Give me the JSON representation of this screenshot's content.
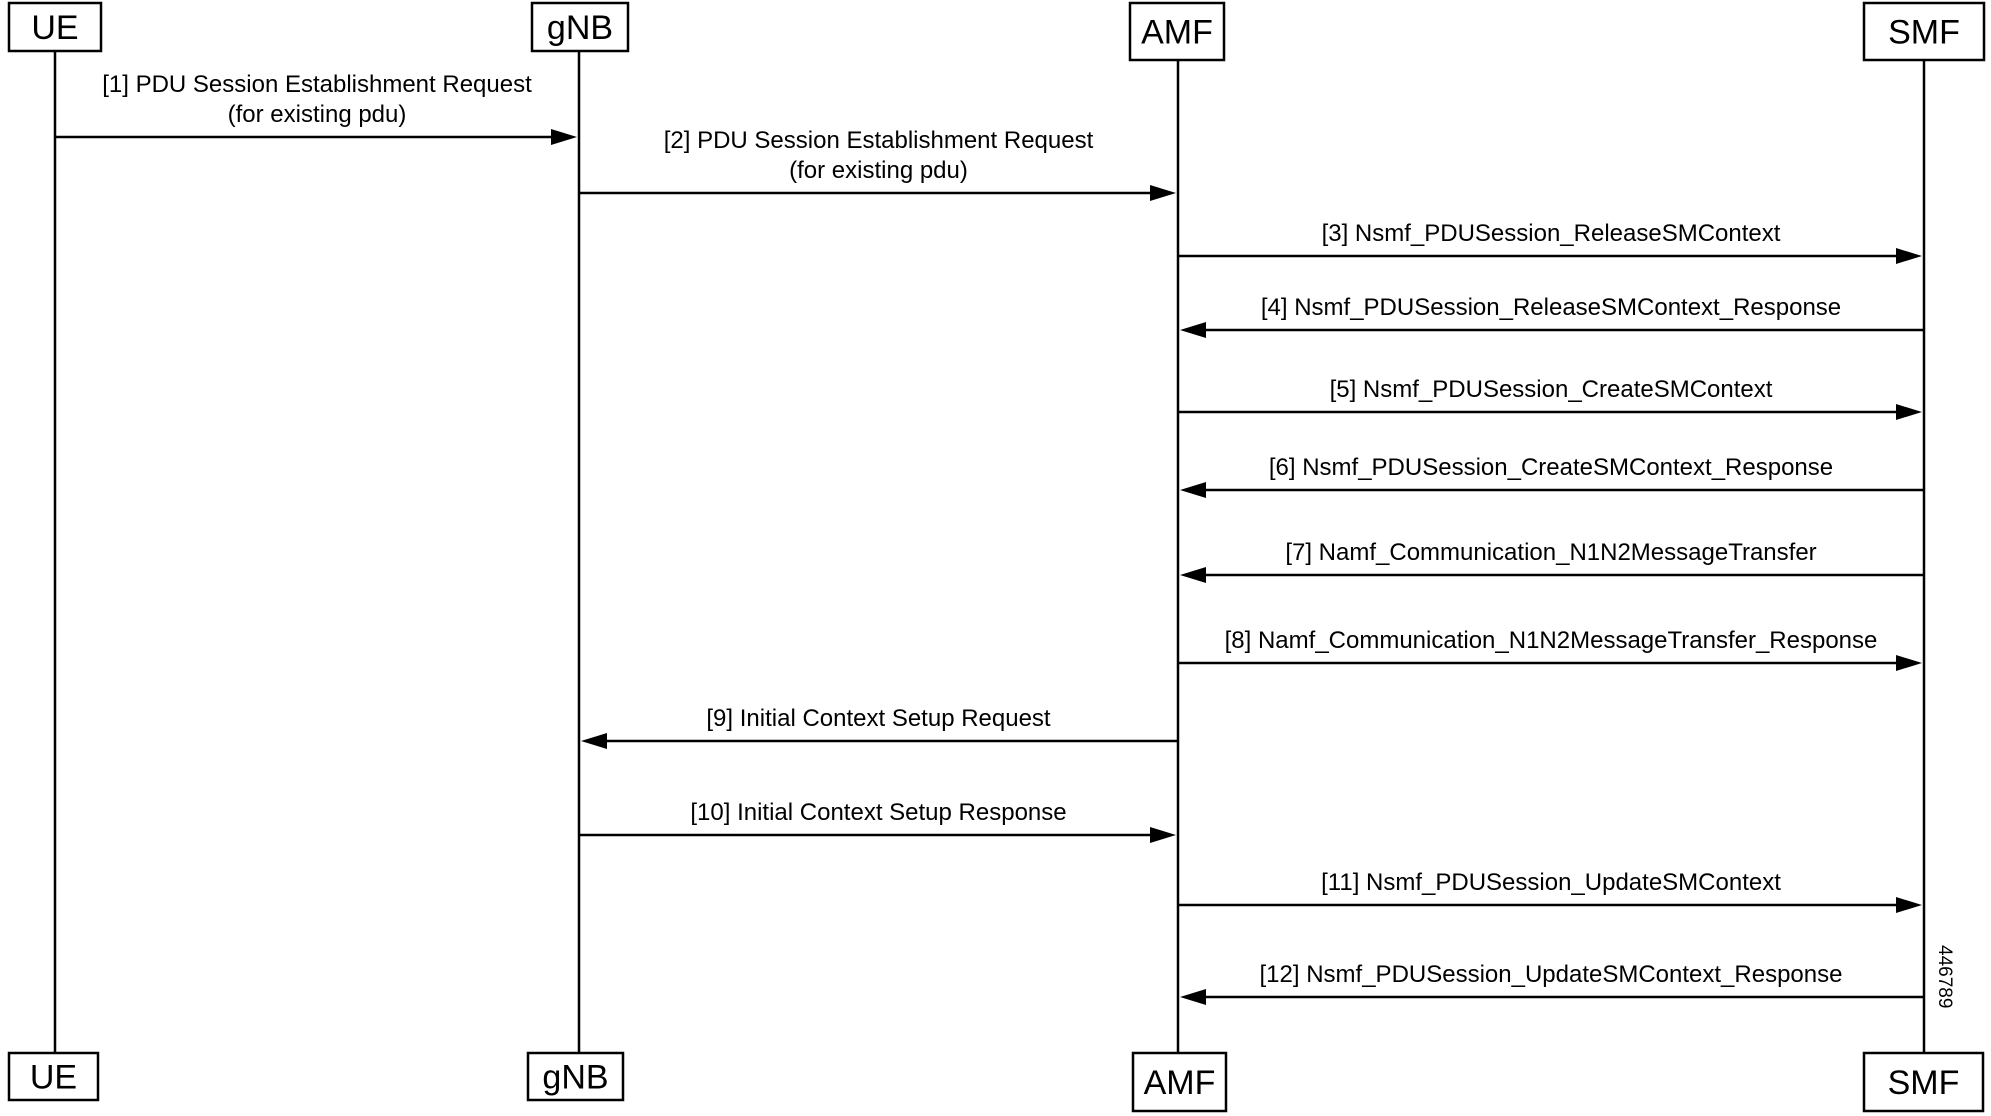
{
  "participants": [
    {
      "id": "ue",
      "label": "UE"
    },
    {
      "id": "gnb",
      "label": "gNB"
    },
    {
      "id": "amf",
      "label": "AMF"
    },
    {
      "id": "smf",
      "label": "SMF"
    }
  ],
  "messages": [
    {
      "from": "ue",
      "to": "gnb",
      "lines": [
        "[1] PDU Session Establishment Request",
        "(for existing pdu)"
      ]
    },
    {
      "from": "gnb",
      "to": "amf",
      "lines": [
        "[2] PDU Session Establishment Request",
        "(for existing pdu)"
      ]
    },
    {
      "from": "amf",
      "to": "smf",
      "lines": [
        "[3] Nsmf_PDUSession_ReleaseSMContext"
      ]
    },
    {
      "from": "smf",
      "to": "amf",
      "lines": [
        "[4] Nsmf_PDUSession_ReleaseSMContext_Response"
      ]
    },
    {
      "from": "amf",
      "to": "smf",
      "lines": [
        "[5] Nsmf_PDUSession_CreateSMContext"
      ]
    },
    {
      "from": "smf",
      "to": "amf",
      "lines": [
        "[6] Nsmf_PDUSession_CreateSMContext_Response"
      ]
    },
    {
      "from": "smf",
      "to": "amf",
      "lines": [
        "[7] Namf_Communication_N1N2MessageTransfer"
      ]
    },
    {
      "from": "amf",
      "to": "smf",
      "lines": [
        "[8] Namf_Communication_N1N2MessageTransfer_Response"
      ]
    },
    {
      "from": "amf",
      "to": "gnb",
      "lines": [
        "[9] Initial Context Setup Request"
      ]
    },
    {
      "from": "gnb",
      "to": "amf",
      "lines": [
        "[10] Initial Context Setup Response"
      ]
    },
    {
      "from": "amf",
      "to": "smf",
      "lines": [
        "[11] Nsmf_PDUSession_UpdateSMContext"
      ]
    },
    {
      "from": "smf",
      "to": "amf",
      "lines": [
        "[12] Nsmf_PDUSession_UpdateSMContext_Response"
      ]
    }
  ],
  "figure_id": "446789"
}
